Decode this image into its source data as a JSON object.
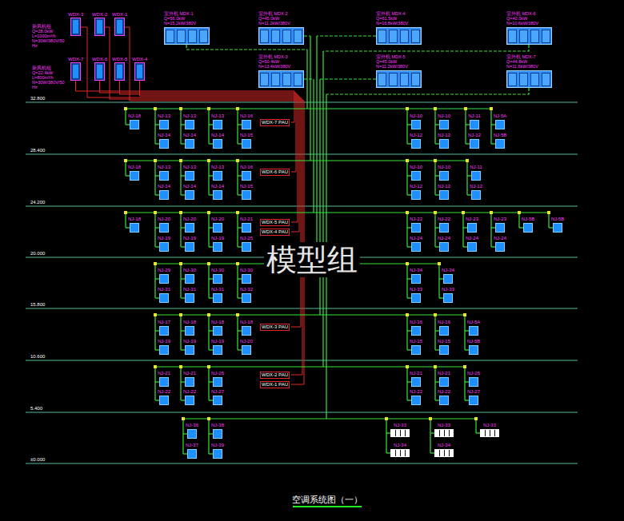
{
  "diagram": {
    "title": "空调系统图（一）",
    "nodes": [
      {
        "text": [
          "WDX-3"
        ]
      },
      {
        "text": [
          "WDX-2"
        ]
      },
      {
        "text": [
          "WDX-1"
        ]
      },
      {
        "text": [
          "室外机 MDX-1",
          "Q=56.0kW",
          "N=15.2kW/380V"
        ]
      },
      {
        "text": [
          "室外机 MDX-2",
          "Q=45.0kW",
          "N=11.2kW/380V"
        ]
      },
      {
        "text": [
          "室外机 MDX-4",
          "Q=61.5kW",
          "N=16.8kW/380V"
        ]
      },
      {
        "text": [
          "室外机 MDX-6",
          "Q=40.0kW",
          "N=10.6kW/380V"
        ]
      },
      {
        "text": [
          "WDX-7"
        ]
      },
      {
        "text": [
          "WDX-6"
        ]
      },
      {
        "text": [
          "WDX-5"
        ]
      },
      {
        "text": [
          "WDX-4"
        ]
      },
      {
        "text": [
          "室外机 MDX-3",
          "Q=50.4kW",
          "N=13.4kW/380V"
        ]
      },
      {
        "text": [
          "室外机 MDX-5",
          "Q=45.0kW",
          "N=11.2kW/380V"
        ]
      },
      {
        "text": [
          "室外机 MDX-7",
          "Q=44.8kW",
          "N=11.6kW/380V"
        ]
      },
      {
        "text": [
          "NJ-18"
        ]
      },
      {
        "text": [
          "NJ-13"
        ]
      },
      {
        "text": [
          "NJ-13"
        ]
      },
      {
        "text": [
          "NJ-13"
        ]
      },
      {
        "text": [
          "NJ-16"
        ]
      },
      {
        "text": [
          "NJ-10"
        ]
      },
      {
        "text": [
          "NJ-10"
        ]
      },
      {
        "text": [
          "NJ-11"
        ]
      },
      {
        "text": [
          "NJ-5A"
        ]
      },
      {
        "text": [
          "NJ-14"
        ]
      },
      {
        "text": [
          "NJ-14"
        ]
      },
      {
        "text": [
          "NJ-14"
        ]
      },
      {
        "text": [
          "NJ-15"
        ]
      },
      {
        "text": [
          "NJ-12"
        ]
      },
      {
        "text": [
          "NJ-12"
        ]
      },
      {
        "text": [
          "NJ-12"
        ]
      },
      {
        "text": [
          "NJ-5B"
        ]
      },
      {
        "text": [
          "NJ-18"
        ]
      },
      {
        "text": [
          "NJ-13"
        ]
      },
      {
        "text": [
          "NJ-13"
        ]
      },
      {
        "text": [
          "NJ-13"
        ]
      },
      {
        "text": [
          "NJ-16"
        ]
      },
      {
        "text": [
          "NJ-10"
        ]
      },
      {
        "text": [
          "NJ-10"
        ]
      },
      {
        "text": [
          "NJ-11"
        ]
      },
      {
        "text": [
          "NJ-14"
        ]
      },
      {
        "text": [
          "NJ-14"
        ]
      },
      {
        "text": [
          "NJ-14"
        ]
      },
      {
        "text": [
          "NJ-15"
        ]
      },
      {
        "text": [
          "NJ-12"
        ]
      },
      {
        "text": [
          "NJ-12"
        ]
      },
      {
        "text": [
          "NJ-12"
        ]
      },
      {
        "text": [
          "NJ-18"
        ]
      },
      {
        "text": [
          "NJ-20"
        ]
      },
      {
        "text": [
          "NJ-20"
        ]
      },
      {
        "text": [
          "NJ-20"
        ]
      },
      {
        "text": [
          "NJ-21"
        ]
      },
      {
        "text": [
          "NJ-22"
        ]
      },
      {
        "text": [
          "NJ-22"
        ]
      },
      {
        "text": [
          "NJ-23"
        ]
      },
      {
        "text": [
          "NJ-23"
        ]
      },
      {
        "text": [
          "NJ-5B"
        ]
      },
      {
        "text": [
          "NJ-5B"
        ]
      },
      {
        "text": [
          "NJ-19"
        ]
      },
      {
        "text": [
          "NJ-19"
        ]
      },
      {
        "text": [
          "NJ-19"
        ]
      },
      {
        "text": [
          "NJ-25"
        ]
      },
      {
        "text": [
          "NJ-24"
        ]
      },
      {
        "text": [
          "NJ-24"
        ]
      },
      {
        "text": [
          "NJ-24"
        ]
      },
      {
        "text": [
          "NJ-24"
        ]
      },
      {
        "text": [
          "NJ-29"
        ]
      },
      {
        "text": [
          "NJ-30"
        ]
      },
      {
        "text": [
          "NJ-30"
        ]
      },
      {
        "text": [
          "NJ-30"
        ]
      },
      {
        "text": [
          "NJ-34"
        ]
      },
      {
        "text": [
          "NJ-34"
        ]
      },
      {
        "text": [
          "NJ-31"
        ]
      },
      {
        "text": [
          "NJ-31"
        ]
      },
      {
        "text": [
          "NJ-31"
        ]
      },
      {
        "text": [
          "NJ-32"
        ]
      },
      {
        "text": [
          "NJ-33"
        ]
      },
      {
        "text": [
          "NJ-33"
        ]
      },
      {
        "text": [
          "NJ-17"
        ]
      },
      {
        "text": [
          "NJ-18"
        ]
      },
      {
        "text": [
          "NJ-18"
        ]
      },
      {
        "text": [
          "NJ-18"
        ]
      },
      {
        "text": [
          "NJ-16"
        ]
      },
      {
        "text": [
          "NJ-16"
        ]
      },
      {
        "text": [
          "NJ-5A"
        ]
      },
      {
        "text": [
          "NJ-19"
        ]
      },
      {
        "text": [
          "NJ-19"
        ]
      },
      {
        "text": [
          "NJ-19"
        ]
      },
      {
        "text": [
          "NJ-20"
        ]
      },
      {
        "text": [
          "NJ-15"
        ]
      },
      {
        "text": [
          "NJ-15"
        ]
      },
      {
        "text": [
          "NJ-5B"
        ]
      },
      {
        "text": [
          "NJ-21"
        ]
      },
      {
        "text": [
          "NJ-21"
        ]
      },
      {
        "text": [
          "NJ-26"
        ]
      },
      {
        "text": [
          "NJ-21"
        ]
      },
      {
        "text": [
          "NJ-21"
        ]
      },
      {
        "text": [
          "NJ-26"
        ]
      },
      {
        "text": [
          "NJ-22"
        ]
      },
      {
        "text": [
          "NJ-22"
        ]
      },
      {
        "text": [
          "NJ-27"
        ]
      },
      {
        "text": [
          "NJ-22"
        ]
      },
      {
        "text": [
          "NJ-22"
        ]
      },
      {
        "text": [
          "NJ-27"
        ]
      },
      {
        "text": [
          "NJ-36"
        ]
      },
      {
        "text": [
          "NJ-38"
        ]
      },
      {
        "text": [
          "NJ-33"
        ]
      },
      {
        "text": [
          "NJ-33"
        ]
      },
      {
        "text": [
          "NJ-33"
        ]
      },
      {
        "text": [
          "NJ-37"
        ]
      },
      {
        "text": [
          "NJ-39"
        ]
      },
      {
        "text": [
          "NJ-34"
        ]
      },
      {
        "text": [
          "NJ-34"
        ]
      }
    ],
    "labels": [
      "32.800",
      "28.400",
      "24.200",
      "20.000",
      "15.800",
      "10.600",
      "5.400",
      "±0.000",
      "新风机组 Q=28.0kW L=1000m³/h N=30W/380V/50Hz",
      "新风机组 Q=22.4kW L=800m³/h N=30W/380V/50Hz",
      "WDX-7 PAU",
      "WDX-6 PAU",
      "WDX-5 PAU",
      "WDX-4 PAU",
      "WDX-3 PAU",
      "WDX-2 PAU",
      "WDX-1 PAU",
      "模型组"
    ]
  }
}
